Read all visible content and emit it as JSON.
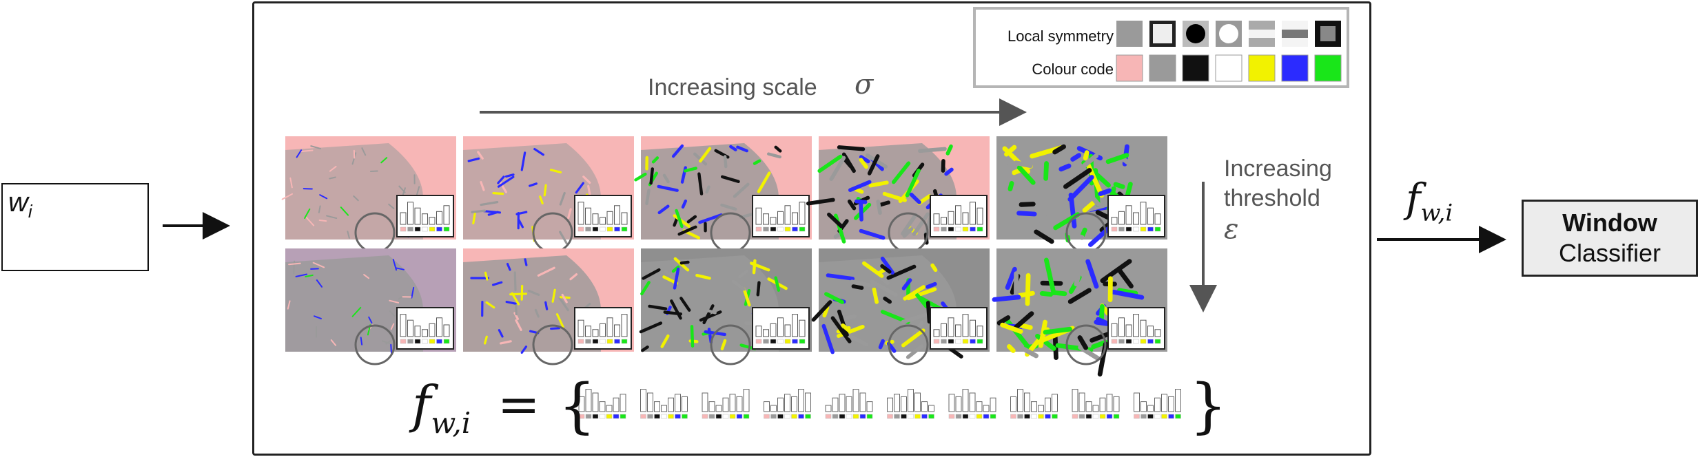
{
  "input": {
    "label": "w",
    "subscript": "i"
  },
  "legend": {
    "row1_label": "Local symmetry",
    "row2_label": "Colour code",
    "symmetry_icons": [
      "flat-grey-icon",
      "dark-ring-icon",
      "black-dot-icon",
      "white-dot-icon",
      "grey-line-icon",
      "dark-line-icon",
      "dark-square-icon"
    ],
    "colours": [
      "#f7b6b6",
      "#9a9a9a",
      "#111111",
      "#ffffff",
      "#f2f200",
      "#2b2bff",
      "#19e619"
    ]
  },
  "scale_arrow": {
    "text": "Increasing scale",
    "symbol": "σ"
  },
  "threshold_arrow": {
    "line1": "Increasing",
    "line2": "threshold",
    "symbol": "ε"
  },
  "feature_vector": {
    "lhs": "f",
    "subscript": "w,i",
    "equals": "=",
    "open": "{",
    "close": "}"
  },
  "output_label": {
    "main": "f",
    "subscript": "w,i"
  },
  "classifier": {
    "line1": "Window",
    "line2": "Classifier"
  },
  "colors": {
    "pink": "#f7b6b6",
    "grey": "#9a9a9a",
    "black": "#111111",
    "yellow": "#f2f200",
    "blue": "#2b2bff",
    "green": "#19e619",
    "arrow": "#555555"
  }
}
